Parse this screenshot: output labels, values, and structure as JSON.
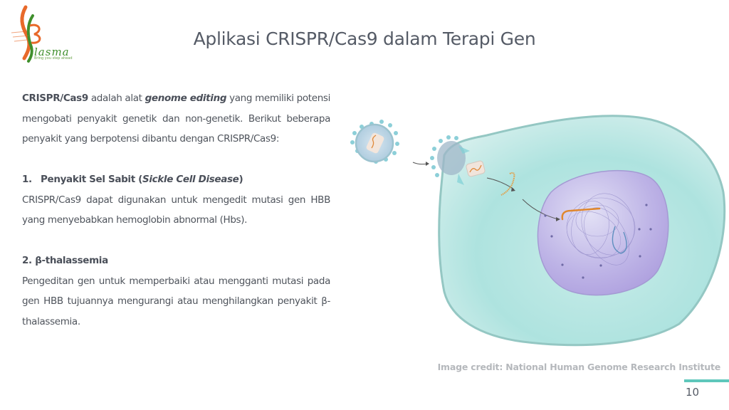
{
  "logo": {
    "brand": "lasma",
    "tagline": "Bring you step ahead"
  },
  "slide": {
    "title": "Aplikasi CRISPR/Cas9 dalam Terapi Gen",
    "page_number": "10",
    "accent_color": "#5ec7bb"
  },
  "intro": {
    "bold_term": "CRISPR/Cas9",
    "text_1": " adalah alat ",
    "italic_term": "genome editing",
    "text_2": " yang memiliki potensi mengobati penyakit genetik dan non-genetik. Berikut beberapa penyakit yang berpotensi dibantu dengan CRISPR/Cas9:"
  },
  "items": [
    {
      "number": "1.",
      "heading": "Penyakit Sel Sabit (",
      "heading_italic": "Sickle Cell Disease",
      "heading_end": ")",
      "body": "CRISPR/Cas9 dapat digunakan untuk mengedit mutasi gen HBB yang menyebabkan hemoglobin abnormal (Hbs)."
    },
    {
      "number": "2.",
      "heading": "β-thalassemia",
      "body": "Pengeditan gen untuk memperbaiki atau mengganti mutasi pada gen HBB tujuannya mengurangi atau menghilangkan penyakit β-thalassemia."
    }
  ],
  "figure": {
    "description": "Virus delivering CRISPR/Cas9 into a cell and nucleus",
    "credit": "Image credit: National Human Genome Research Institute"
  }
}
